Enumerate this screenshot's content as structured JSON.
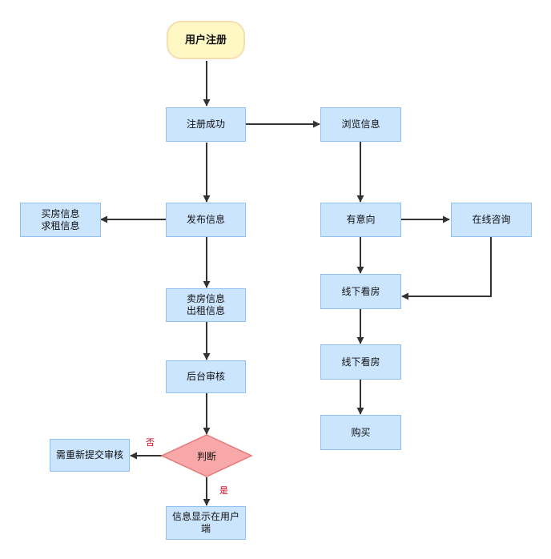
{
  "nodes": {
    "start": "用户注册",
    "reg_success": "注册成功",
    "browse": "浏览信息",
    "publish": "发布信息",
    "buy_rent": "买房信息\n求租信息",
    "intent": "有意向",
    "consult": "在线咨询",
    "sell_lease": "卖房信息\n出租信息",
    "view_offline_1": "线下看房",
    "backend_review": "后台审核",
    "view_offline_2": "线下看房",
    "purchase": "购买",
    "judge": "判断",
    "resubmit": "需重新提交审核",
    "display": "信息显示在用户端"
  },
  "edge_labels": {
    "no": "否",
    "yes": "是"
  },
  "colors": {
    "process_fill": "#cce5ff",
    "process_border": "#8fc1f2",
    "start_fill": "#fff7c4",
    "decision_fill": "#f8a8a8",
    "decision_border": "#e87878",
    "arrow": "#333333",
    "label_red": "#d0021b"
  }
}
